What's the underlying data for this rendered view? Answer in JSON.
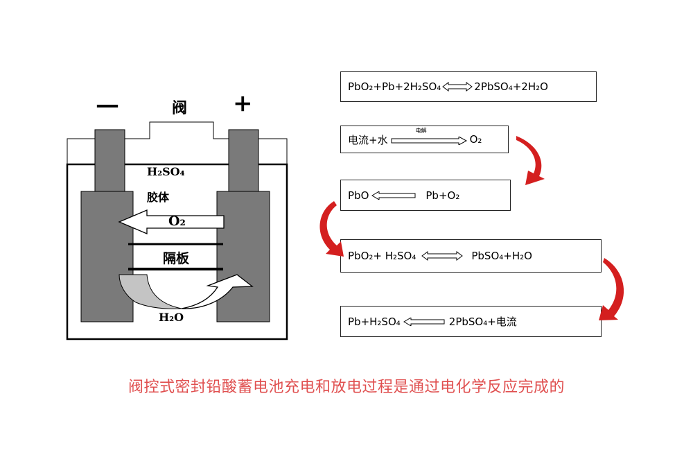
{
  "battery": {
    "minus": "—",
    "valve": "阀",
    "plus": "+",
    "electrolyte": "H₂SO₄",
    "gel": "胶体",
    "oxygen": "O₂",
    "separator": "隔板",
    "water": "H₂O"
  },
  "reactions": [
    {
      "left": "PbO₂+Pb+2H₂SO₄",
      "arrow": "double",
      "right": "2PbSO₄+2H₂O"
    },
    {
      "left": "电流+水",
      "arrow": "right",
      "arrow_label": "电解",
      "right": "O₂"
    },
    {
      "left": "PbO",
      "arrow": "left",
      "right": "Pb+O₂"
    },
    {
      "left": "PbO₂+ H₂SO₄",
      "arrow": "double",
      "right": "PbSO₄+H₂O"
    },
    {
      "left": "Pb+H₂SO₄",
      "arrow": "left",
      "right": "2PbSO₄+电流"
    }
  ],
  "caption": "阀控式密封铅酸蓄电池充电和放电过程是通过电化学反应完成的",
  "colors": {
    "caption": "#e05050",
    "curved_arrows": "#d41f1f",
    "electrode": "#7a7a7a"
  }
}
